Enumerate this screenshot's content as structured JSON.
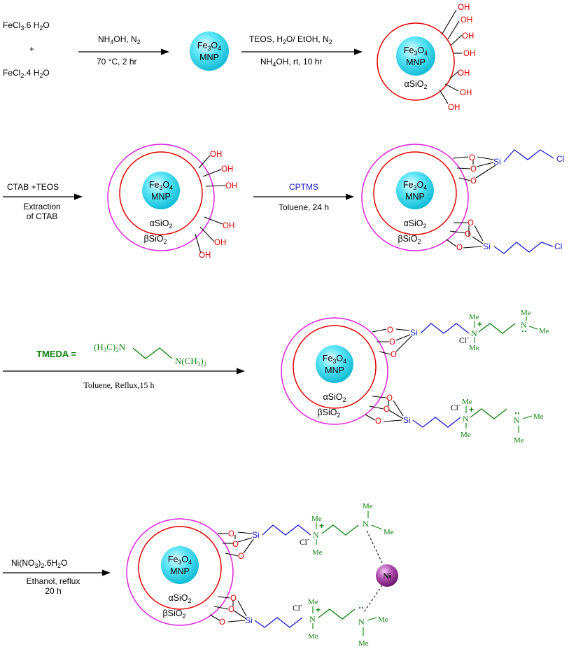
{
  "step1": {
    "reactant_a": [
      "FeCl",
      "3",
      ".6 H",
      "2",
      "O"
    ],
    "plus": "+",
    "reactant_b": [
      "FeCl",
      "2",
      ".4 H",
      "2",
      "O"
    ],
    "reagent_top": [
      "NH",
      "4",
      "OH, N",
      "2"
    ],
    "reagent_bottom": "70 °C, 2 hr"
  },
  "core": {
    "line1": [
      "Fe",
      "3",
      "O",
      "4"
    ],
    "line2": "MNP"
  },
  "step2": {
    "reagent_top": [
      "TEOS, H",
      "2",
      "O/ EtOH, N",
      "2"
    ],
    "reagent_bottom": [
      "NH",
      "4",
      "OH, rt, 10 hr"
    ]
  },
  "shells": {
    "alpha": [
      "αSiO",
      "2"
    ],
    "beta": [
      "βSiO",
      "2"
    ]
  },
  "hydroxyl": "OH",
  "step3": {
    "reagent_top": "CTAB +TEOS",
    "reagent_bottom_1": "Extraction",
    "reagent_bottom_2": "of CTAB"
  },
  "step4": {
    "reagent_top": "CPTMS",
    "reagent_bottom": "Toluene, 24 h"
  },
  "atoms": {
    "O": "O",
    "Si": "Si",
    "Cl": "Cl",
    "N": "N",
    "Me": "Me",
    "plus": "+",
    "chloride": [
      "Cl",
      "-"
    ],
    "Ni": "Ni"
  },
  "step5": {
    "label": "TMEDA =",
    "formula_left": [
      "(H",
      "3",
      "C)",
      "2",
      "N"
    ],
    "formula_right": [
      "N(CH",
      "3",
      ")",
      "2"
    ],
    "reagent_bottom": "Toluene, Reflux,15 h"
  },
  "step6": {
    "reagent_top": [
      "Ni(NO",
      "3",
      ")",
      "2",
      ".6H",
      "2",
      "O"
    ],
    "reagent_bottom_1": "Ethanol, reflux",
    "reagent_bottom_2": "20 h"
  },
  "colors": {
    "inner_shell": "#e00000",
    "outer_shell": "#dd22dd",
    "silane": "#1a1acc",
    "amine": "#128012",
    "nickel": "#8a1f8a",
    "core": "#2ad7ee"
  }
}
